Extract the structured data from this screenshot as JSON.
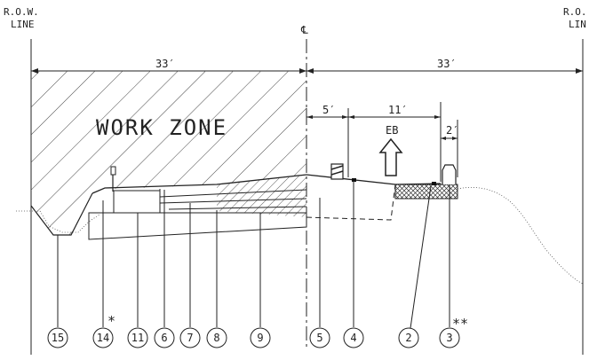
{
  "labels": {
    "row_left_line1": "R.O.W.",
    "row_left_line2": "LINE",
    "row_right_line1": "R.O.",
    "row_right_line2": "LIN",
    "centerline": "℄",
    "work_zone": "WORK ZONE",
    "dim_left_width": "33′",
    "dim_right_width": "33′",
    "dim_shoulder": "5′",
    "dim_lane": "11′",
    "dim_curb": "2′",
    "direction": "EB",
    "note_single": "*",
    "note_double": "**"
  },
  "callouts": [
    "15",
    "14",
    "11",
    "6",
    "7",
    "8",
    "9",
    "5",
    "4",
    "2",
    "3"
  ],
  "icons": {
    "direction_arrow": "up-arrow-icon",
    "sign_post": "sign-post-icon",
    "barrel": "construction-barrel-icon",
    "curb": "curb-icon"
  }
}
